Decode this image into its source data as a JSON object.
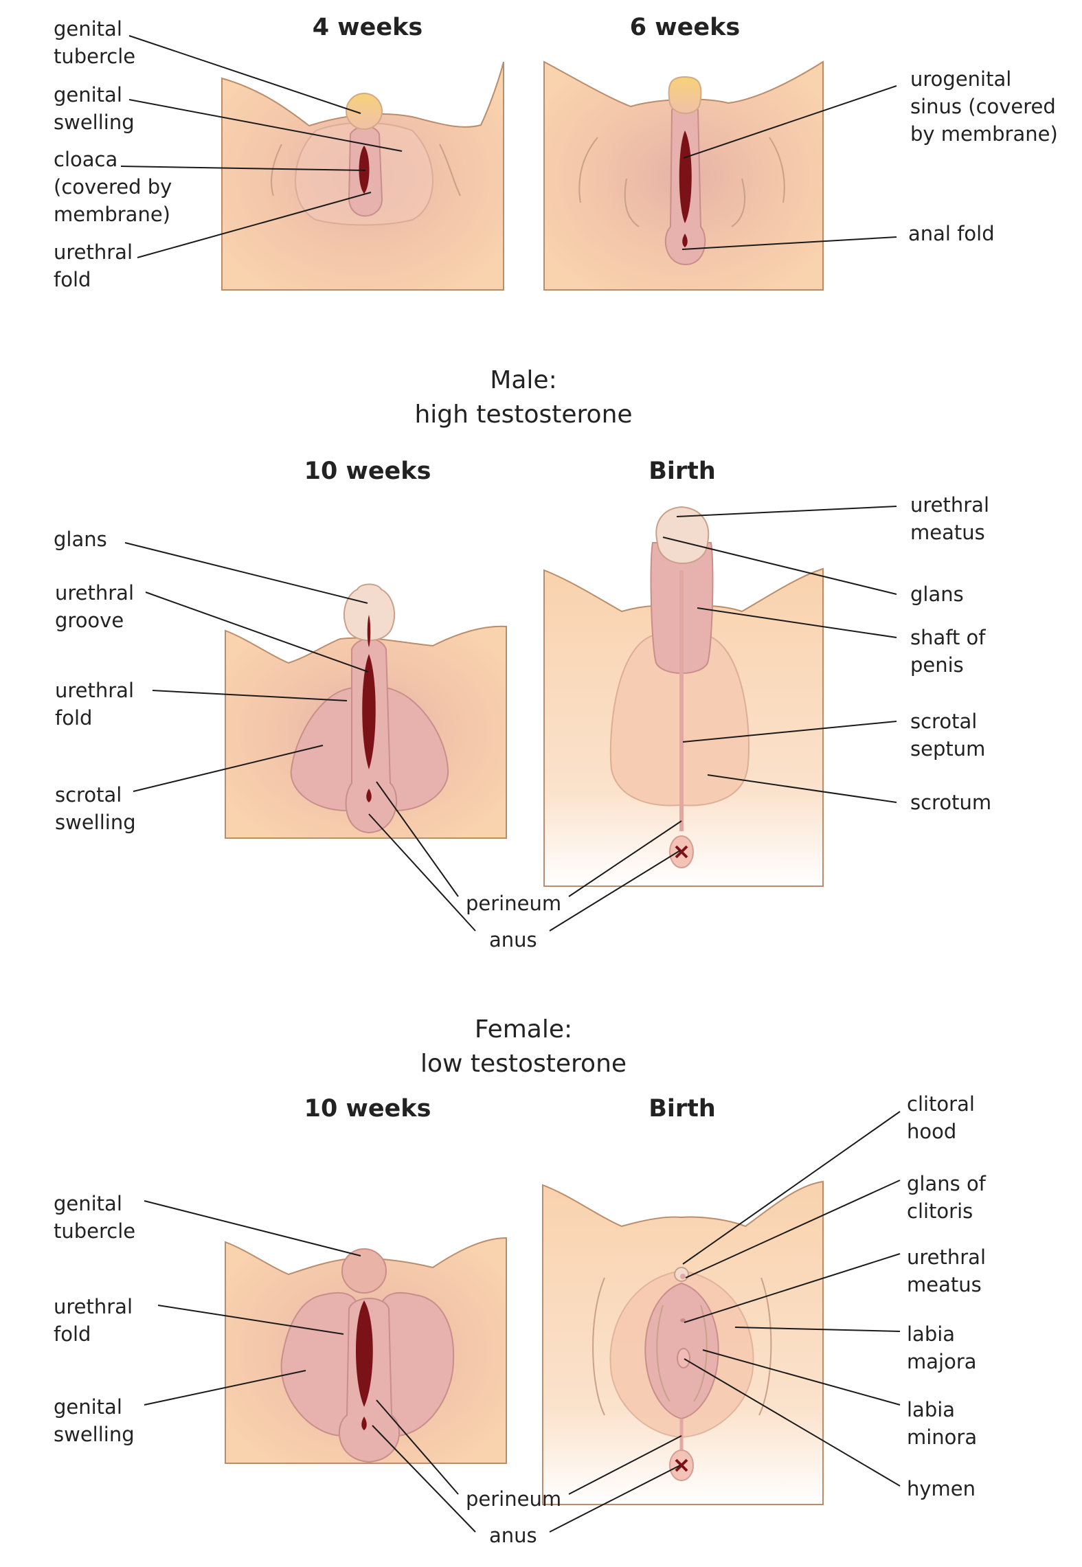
{
  "stages": {
    "w4": "4 weeks",
    "w6": "6 weeks",
    "male10": "10 weeks",
    "maleBirth": "Birth",
    "female10": "10 weeks",
    "femaleBirth": "Birth"
  },
  "sections": {
    "male": [
      "Male:",
      "high testosterone"
    ],
    "female": [
      "Female:",
      "low testosterone"
    ]
  },
  "labels": {
    "genital_tubercle_4w": [
      "genital",
      "tubercle"
    ],
    "genital_swelling_4w": [
      "genital",
      "swelling"
    ],
    "cloaca_4w": [
      "cloaca",
      "(covered by",
      "membrane)"
    ],
    "urethral_fold_4w": [
      "urethral",
      "fold"
    ],
    "urogenital_sinus_6w": [
      "urogenital",
      "sinus (covered",
      "by membrane)"
    ],
    "anal_fold_6w": [
      "anal fold"
    ],
    "glans_m10": [
      "glans"
    ],
    "urethral_groove_m10": [
      "urethral",
      "groove"
    ],
    "urethral_fold_m10": [
      "urethral",
      "fold"
    ],
    "scrotal_swelling_m10": [
      "scrotal",
      "swelling"
    ],
    "perineum_m": [
      "perineum"
    ],
    "anus_m": [
      "anus"
    ],
    "urethral_meatus_mb": [
      "urethral",
      "meatus"
    ],
    "glans_mb": [
      "glans"
    ],
    "shaft_mb": [
      "shaft of",
      "penis"
    ],
    "scrotal_septum_mb": [
      "scrotal",
      "septum"
    ],
    "scrotum_mb": [
      "scrotum"
    ],
    "genital_tubercle_f10": [
      "genital",
      "tubercle"
    ],
    "urethral_fold_f10": [
      "urethral",
      "fold"
    ],
    "genital_swelling_f10": [
      "genital",
      "swelling"
    ],
    "perineum_f": [
      "perineum"
    ],
    "anus_f": [
      "anus"
    ],
    "clitoral_hood_fb": [
      "clitoral",
      "hood"
    ],
    "glans_clitoris_fb": [
      "glans of",
      "clitoris"
    ],
    "urethral_meatus_fb": [
      "urethral",
      "meatus"
    ],
    "labia_majora_fb": [
      "labia",
      "majora"
    ],
    "labia_minora_fb": [
      "labia",
      "minora"
    ],
    "hymen_fb": [
      "hymen"
    ]
  },
  "colors": {
    "skin": "#f9d2ae",
    "fold": "#e7b2ad",
    "tubercle": "#f6d27a",
    "glans": "#f3dccd",
    "slit": "#7a1218"
  }
}
